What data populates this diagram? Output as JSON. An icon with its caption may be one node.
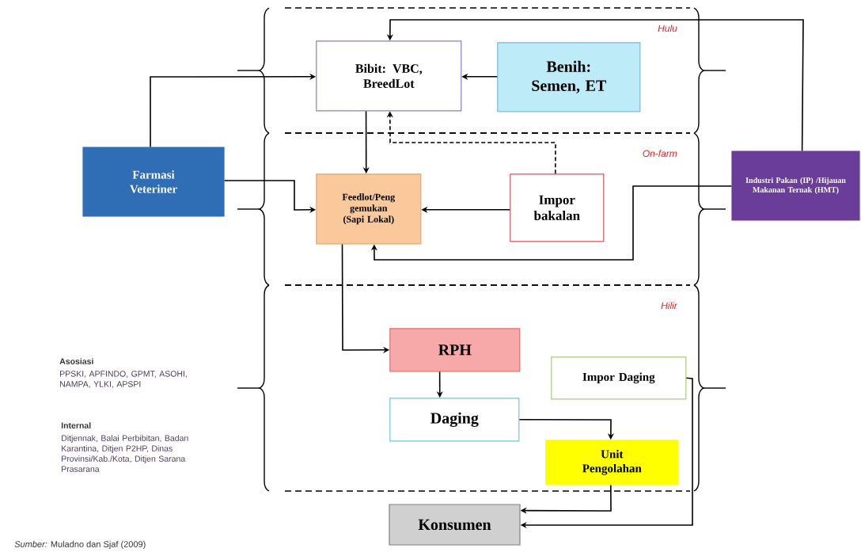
{
  "diagram": {
    "caption": "*Sumber:* Muladno dan Sjaf (2009)",
    "nodes": [
      {
        "text": [
          "Hulu"
        ]
      },
      {
        "text": [
          "Bibit: VBC, BreedLot"
        ],
        "in": 0
      },
      {
        "text": [
          "Benih: Semen, ET"
        ],
        "in": 0
      },
      {
        "text": [
          "Farmasi Veteriner"
        ]
      },
      {
        "text": [
          "On-farm"
        ]
      },
      {
        "text": [
          "Feedlot/Peng gemukan (Sapi Lokal)"
        ],
        "in": 4
      },
      {
        "text": [
          "Impor bakalan"
        ],
        "in": 4
      },
      {
        "text": [
          "Industri Pakan (IP) /Hijauan Makanan Ternak (HMT)"
        ]
      },
      {
        "text": [
          "Hilir"
        ]
      },
      {
        "text": [
          "RPH"
        ],
        "in": 8
      },
      {
        "text": [
          "Impor Daging"
        ],
        "in": 8
      },
      {
        "text": [
          "Daging"
        ],
        "in": 8
      },
      {
        "text": [
          "Unit Pengolahan"
        ],
        "in": 8
      },
      {
        "text": [
          "Konsumen"
        ]
      }
    ],
    "edges": [
      {
        "from": 7,
        "to": 1,
        "arrow": "to"
      },
      {
        "from": 3,
        "to": 1,
        "arrow": "to"
      },
      {
        "from": 2,
        "to": 1,
        "arrow": "to"
      },
      {
        "from": 1,
        "to": 5,
        "arrow": "to"
      },
      {
        "from": 6,
        "to": 1,
        "arrow": "to",
        "style": "dashed"
      },
      {
        "from": 3,
        "to": 5,
        "arrow": "to"
      },
      {
        "from": 6,
        "to": 5,
        "arrow": "to"
      },
      {
        "from": 7,
        "to": 5,
        "arrow": "to"
      },
      {
        "from": 5,
        "to": 9,
        "arrow": "to"
      },
      {
        "from": 9,
        "to": 11,
        "arrow": "to"
      },
      {
        "from": 11,
        "to": 12,
        "arrow": "to"
      },
      {
        "from": 12,
        "to": 13,
        "arrow": "to"
      },
      {
        "from": 10,
        "to": 13,
        "arrow": "to"
      }
    ],
    "labels": [
      "Asosiasi",
      "PPSKI, APFINDO, GPMT, ASOHI, NAMPA, YLKI, APSPI",
      "Internal",
      "Ditjennak, Balai Perbibitan, Badan Karantina, Ditjen P2HP, Dinas Provinsi/Kab./Kota, Ditjen Sarana Prasarana"
    ]
  }
}
